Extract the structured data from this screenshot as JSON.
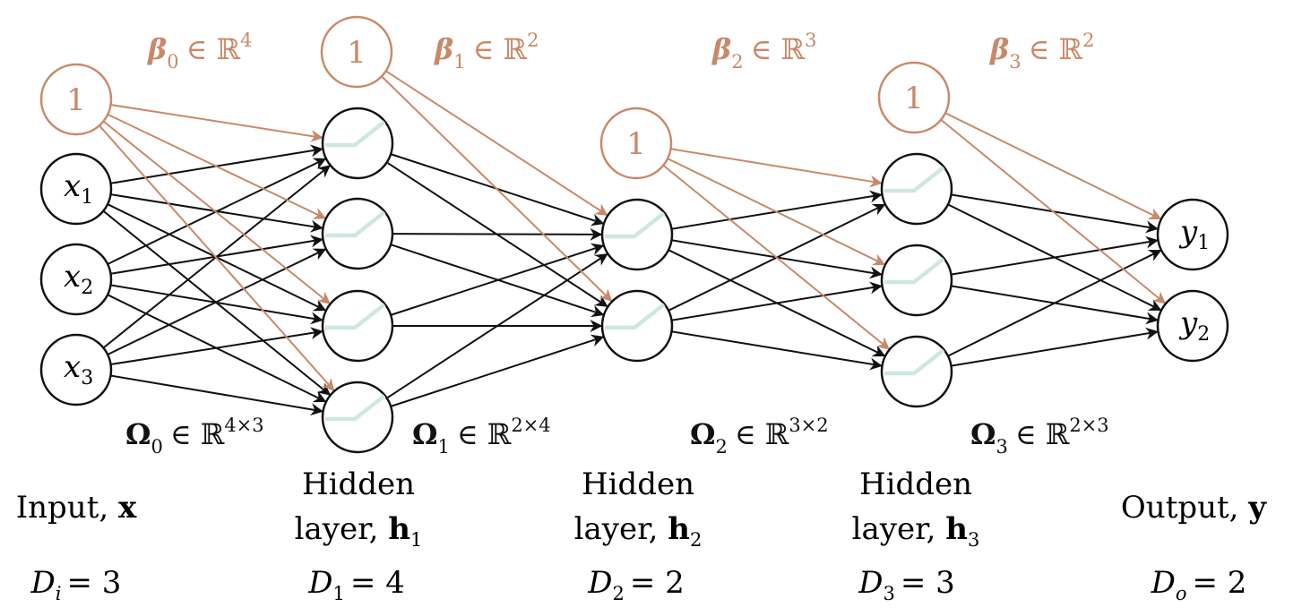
{
  "colors": {
    "bias": "#c8896a",
    "edge": "#111111",
    "relu": "#cfe6e2"
  },
  "bias_label": "1",
  "layers": [
    {
      "label_lines": [
        "Input, ",
        "x"
      ],
      "dim": {
        "sym": "D",
        "sub": "i",
        "val": "= 3"
      }
    },
    {
      "label_lines": [
        "Hidden",
        "layer, ",
        "h",
        "1"
      ],
      "dim": {
        "sym": "D",
        "sub": "1",
        "val": "= 4"
      }
    },
    {
      "label_lines": [
        "Hidden",
        "layer, ",
        "h",
        "2"
      ],
      "dim": {
        "sym": "D",
        "sub": "2",
        "val": "= 2"
      }
    },
    {
      "label_lines": [
        "Hidden",
        "layer, ",
        "h",
        "3"
      ],
      "dim": {
        "sym": "D",
        "sub": "3",
        "val": "= 3"
      }
    },
    {
      "label_lines": [
        "Output, ",
        "y"
      ],
      "dim": {
        "sym": "D",
        "sub": "o",
        "val": "= 2"
      }
    }
  ],
  "inputs": [
    {
      "sym": "x",
      "sub": "1"
    },
    {
      "sym": "x",
      "sub": "2"
    },
    {
      "sym": "x",
      "sub": "3"
    }
  ],
  "outputs": [
    {
      "sym": "y",
      "sub": "1"
    },
    {
      "sym": "y",
      "sub": "2"
    }
  ],
  "biases": [
    {
      "sym": "β",
      "sub": "0",
      "rel": "∈ ℝ",
      "sup": "4"
    },
    {
      "sym": "β",
      "sub": "1",
      "rel": "∈ ℝ",
      "sup": "2"
    },
    {
      "sym": "β",
      "sub": "2",
      "rel": "∈ ℝ",
      "sup": "3"
    },
    {
      "sym": "β",
      "sub": "3",
      "rel": "∈ ℝ",
      "sup": "2"
    }
  ],
  "weights": [
    {
      "sym": "Ω",
      "sub": "0",
      "rel": "∈ ℝ",
      "sup": "4×3"
    },
    {
      "sym": "Ω",
      "sub": "1",
      "rel": "∈ ℝ",
      "sup": "2×4"
    },
    {
      "sym": "Ω",
      "sub": "2",
      "rel": "∈ ℝ",
      "sup": "3×2"
    },
    {
      "sym": "Ω",
      "sub": "3",
      "rel": "∈ ℝ",
      "sup": "2×3"
    }
  ]
}
